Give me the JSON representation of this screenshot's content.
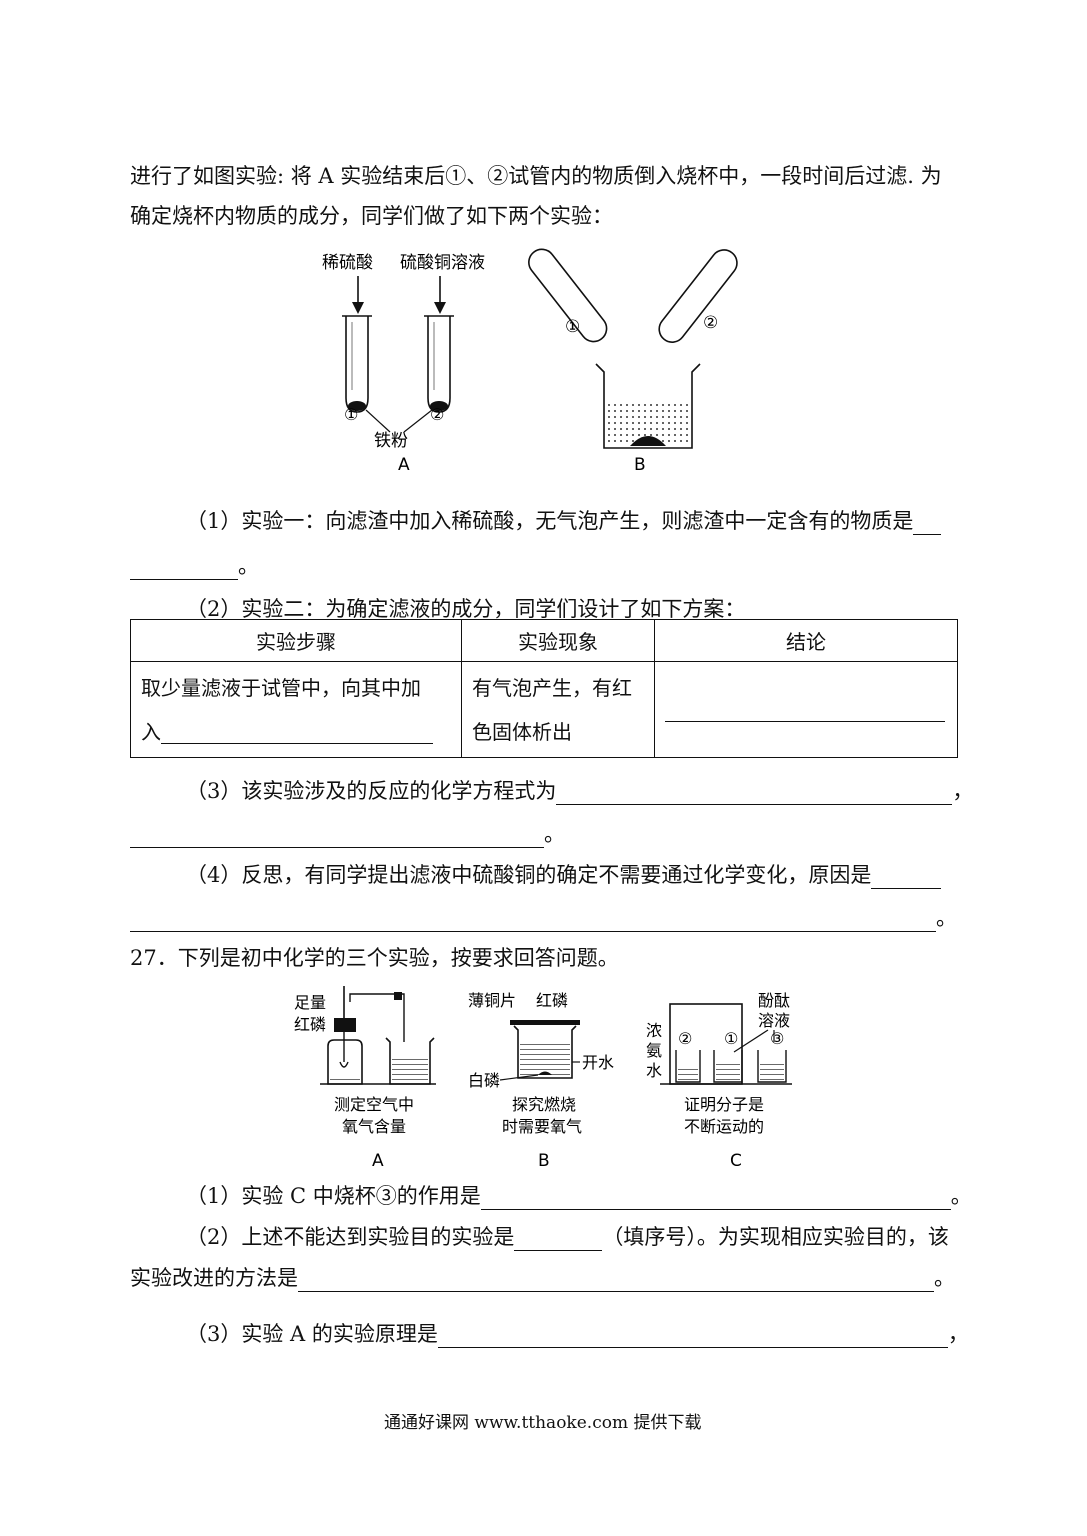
{
  "intro": {
    "line1": "进行了如图实验: 将 A 实验结束后①、②试管内的物质倒入烧杯中，一段时间后过滤. 为",
    "line2": "确定烧杯内物质的成分，同学们做了如下两个实验："
  },
  "fig1": {
    "reagent_left": "稀硫酸",
    "reagent_right": "硫酸铜溶液",
    "tube1": "①",
    "tube2": "②",
    "iron": "铁粉",
    "label_a": "A",
    "label_b": "B"
  },
  "q26": {
    "p1": "（1）实验一：向滤渣中加入稀硫酸，无气泡产生，则滤渣中一定含有的物质是",
    "p1_end": "。",
    "p2": "（2）实验二：为确定滤液的成分，同学们设计了如下方案：",
    "table": {
      "headers": [
        "实验步骤",
        "实验现象",
        "结论"
      ],
      "step_line1": "取少量滤液于试管中，向其中加",
      "step_line2": "入",
      "phenomenon_line1": "有气泡产生，有红",
      "phenomenon_line2": "色固体析出"
    },
    "p3": "（3）该实验涉及的反应的化学方程式为",
    "p3_comma": "，",
    "p3_end": "。",
    "p4": "（4）反思，有同学提出滤液中硫酸铜的确定不需要通过化学变化，原因是",
    "p4_end": "。"
  },
  "q27": {
    "title": "27．下列是初中化学的三个实验，按要求回答问题。",
    "fig": {
      "a_top1": "足量",
      "a_top2": "红磷",
      "a_cap1": "测定空气中",
      "a_cap2": "氧气含量",
      "b_top1": "薄铜片",
      "b_top2": "红磷",
      "b_side": "开水",
      "b_bottom": "白磷",
      "b_cap1": "探究燃烧",
      "b_cap2": "时需要氧气",
      "c_top1": "酚酞",
      "c_top2": "溶液",
      "c_left1": "浓",
      "c_left2": "氨",
      "c_left3": "水",
      "c_n1": "①",
      "c_n2": "②",
      "c_n3": "③",
      "c_cap1": "证明分子是",
      "c_cap2": "不断运动的",
      "label_a": "A",
      "label_b": "B",
      "label_c": "C"
    },
    "p1": "（1）实验 C 中烧杯③的作用是",
    "p1_end": "。",
    "p2a": "（2）上述不能达到实验目的实验是",
    "p2b": "（填序号）。为实现相应实验目的，该",
    "p2c": "实验改进的方法是",
    "p2_end": "。",
    "p3": "（3）实验 A 的实验原理是",
    "p3_end": "，"
  },
  "footer": "通通好课网  www.tthaoke.com  提供下载"
}
